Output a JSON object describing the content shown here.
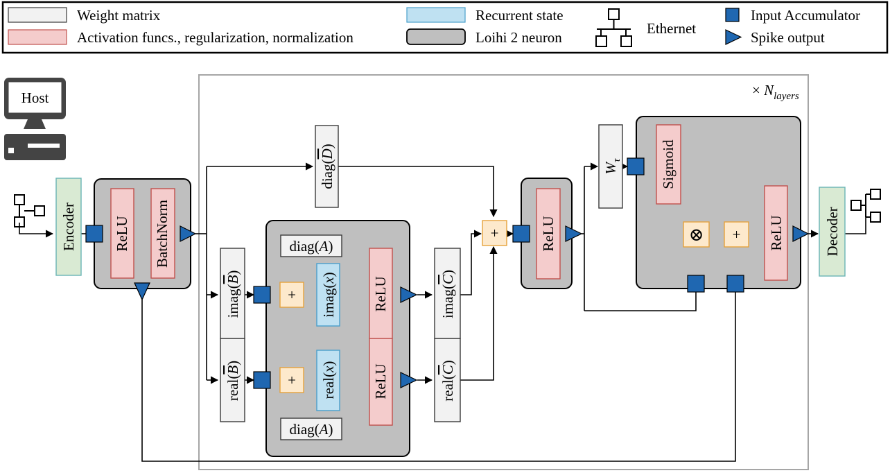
{
  "legend": {
    "weight_matrix": "Weight matrix",
    "activation": "Activation funcs., regularization, normalization",
    "recurrent_state": "Recurrent state",
    "loihi_neuron": "Loihi 2 neuron",
    "ethernet": "Ethernet",
    "input_accumulator": "Input Accumulator",
    "spike_output": "Spike output"
  },
  "host": {
    "label": "Host"
  },
  "layers_label": {
    "prefix": "× ",
    "symbol": "N",
    "subscript": "layers"
  },
  "blocks": {
    "encoder": "Encoder",
    "decoder": "Decoder",
    "relu": "ReLU",
    "batchnorm": "BatchNorm",
    "sigmoid": "Sigmoid",
    "w_tau": {
      "base": "W",
      "sub": "τ"
    },
    "diag_d": {
      "fn": "diag",
      "var": "D"
    },
    "imag_b": {
      "fn": "imag",
      "var": "B"
    },
    "real_b": {
      "fn": "real",
      "var": "B"
    },
    "imag_c": {
      "fn": "imag",
      "var": "C"
    },
    "real_c": {
      "fn": "real",
      "var": "C"
    },
    "imag_x": {
      "fn": "imag",
      "var": "x"
    },
    "real_x": {
      "fn": "real",
      "var": "x"
    },
    "diag_a": {
      "fn": "diag",
      "var": "A"
    },
    "plus": "+",
    "otimes": "⊗"
  },
  "colors": {
    "weight_fill": "#f2f2f2",
    "weight_stroke": "#3a3a3a",
    "activation_fill": "#f4cccc",
    "activation_stroke": "#c0504d",
    "recurrent_fill": "#bfe1f2",
    "recurrent_stroke": "#4a9fcb",
    "neuron_fill": "#bfbfbf",
    "neuron_stroke": "#000000",
    "coder_fill": "#d9ead3",
    "coder_stroke": "#6ab5b5",
    "sum_fill": "#fde9cc",
    "sum_stroke": "#e6a23c",
    "accumulator": "#1f67b1",
    "layer_frame": "#a6a6a6"
  }
}
